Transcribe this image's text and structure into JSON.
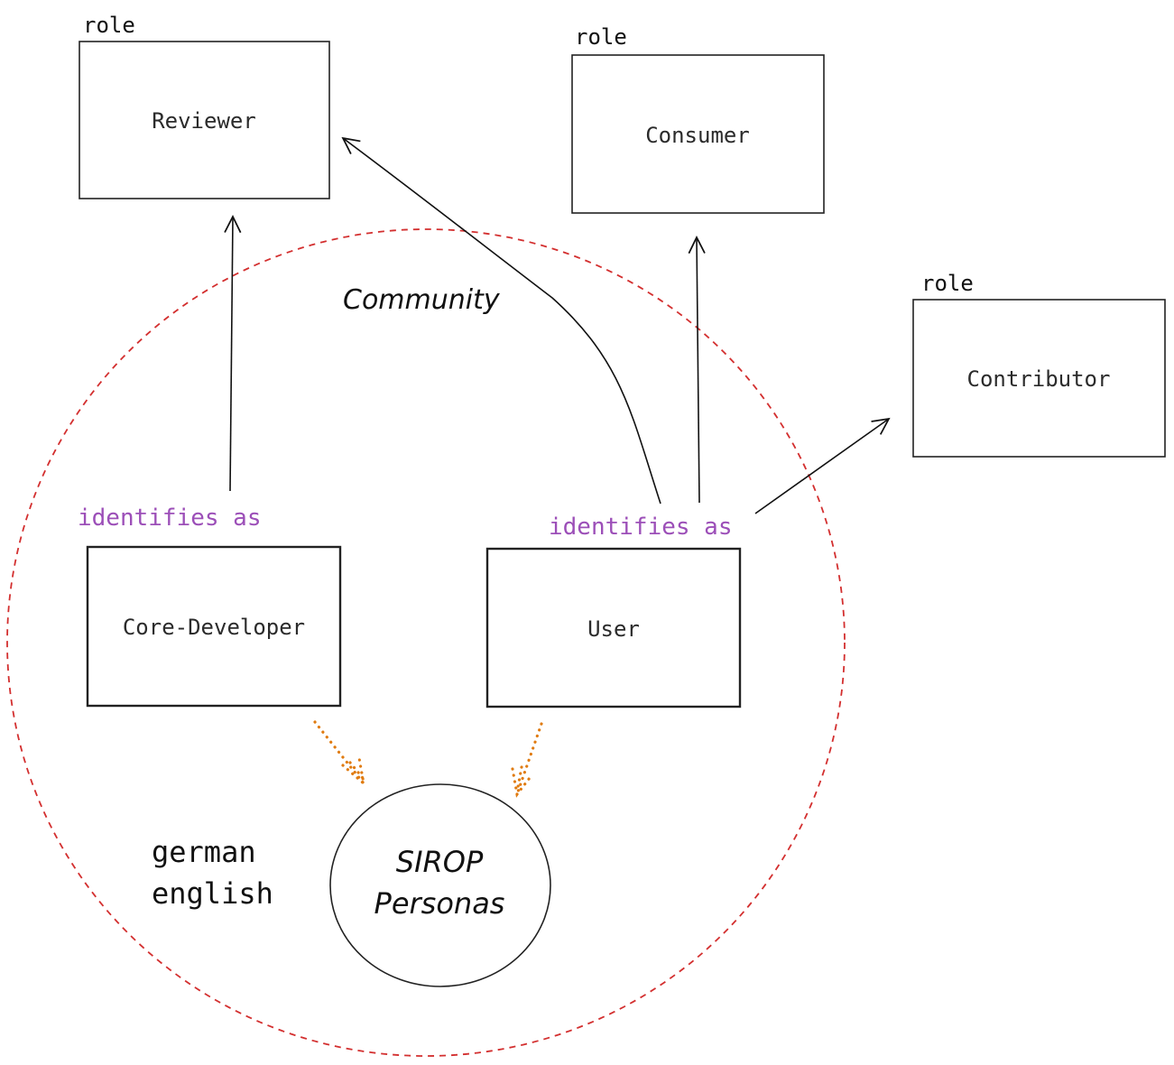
{
  "colors": {
    "community_circle": "#d32f2f",
    "identifies_as": "#9c4fb8",
    "persona_arrows": "#e07b10",
    "ink": "#111111"
  },
  "roles": {
    "reviewer": {
      "tag": "role",
      "label": "Reviewer"
    },
    "consumer": {
      "tag": "role",
      "label": "Consumer"
    },
    "contributor": {
      "tag": "role",
      "label": "Contributor"
    }
  },
  "community": {
    "label": "Community"
  },
  "actors": {
    "core_developer": {
      "label": "Core-Developer",
      "relation": "identifies as"
    },
    "user": {
      "label": "User",
      "relation": "identifies as"
    }
  },
  "personas": {
    "line1": "SIROP",
    "line2": "Personas"
  },
  "languages": [
    "german",
    "english"
  ]
}
